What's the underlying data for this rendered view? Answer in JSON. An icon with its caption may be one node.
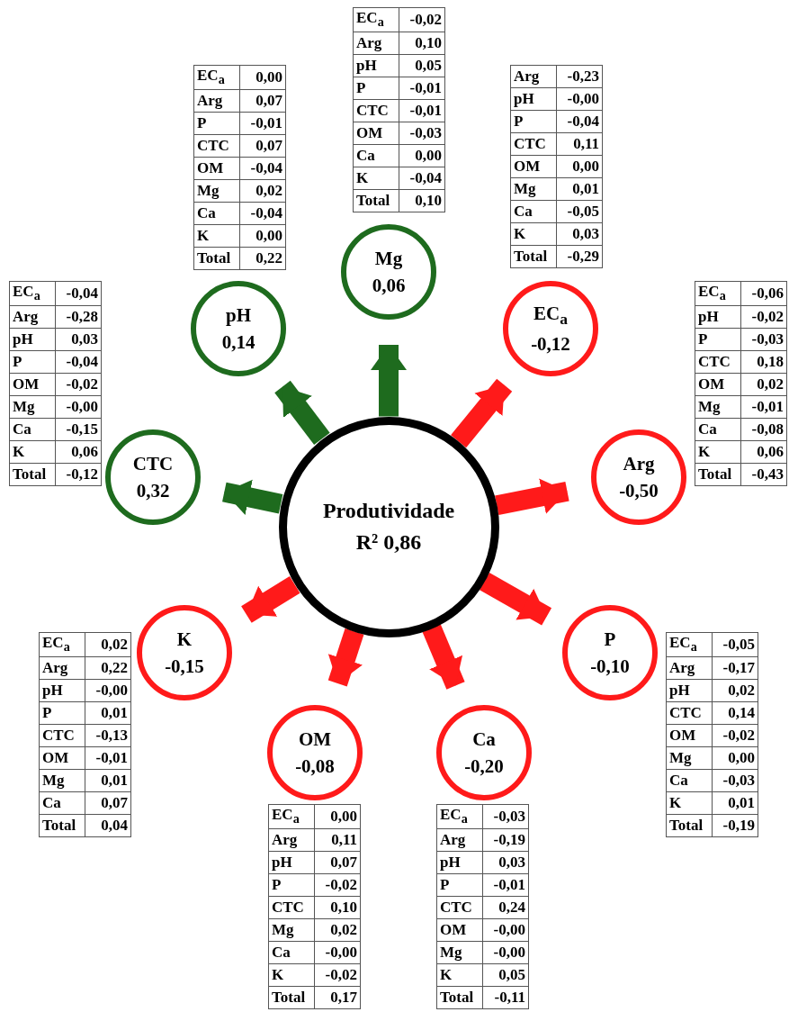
{
  "diagram": {
    "nodes": [
      {
        "text": [
          "Produtividade",
          "R² 0,86"
        ]
      },
      {
        "text": [
          "Mg",
          "0,06"
        ],
        "beside": [
          "EC$_{a}$",
          "-0,02",
          "Arg",
          "0,10",
          "pH",
          "0,05",
          "P",
          "-0,01",
          "CTC",
          "-0,01",
          "OM",
          "-0,03",
          "Ca",
          "0,00",
          "K",
          "-0,04",
          "Total",
          "0,10"
        ]
      },
      {
        "text": [
          "EC$_{a}$",
          "-0,12"
        ],
        "beside": [
          "Arg",
          "-0,23",
          "pH",
          "-0,00",
          "P",
          "-0,04",
          "CTC",
          "0,11",
          "OM",
          "0,00",
          "Mg",
          "0,01",
          "Ca",
          "-0,05",
          "K",
          "0,03",
          "Total",
          "-0,29"
        ]
      },
      {
        "text": [
          "Arg",
          "-0,50"
        ],
        "beside": [
          "EC$_{a}$",
          "-0,06",
          "pH",
          "-0,02",
          "P",
          "-0,03",
          "CTC",
          "0,18",
          "OM",
          "0,02",
          "Mg",
          "-0,01",
          "Ca",
          "-0,08",
          "K",
          "0,06",
          "Total",
          "-0,43"
        ]
      },
      {
        "text": [
          "P",
          "-0,10"
        ],
        "beside": [
          "EC$_{a}$",
          "-0,05",
          "Arg",
          "-0,17",
          "pH",
          "0,02",
          "CTC",
          "0,14",
          "OM",
          "-0,02",
          "Mg",
          "0,00",
          "Ca",
          "-0,03",
          "K",
          "0,01",
          "Total",
          "-0,19"
        ]
      },
      {
        "text": [
          "Ca",
          "-0,20"
        ],
        "beside": [
          "EC$_{a}$",
          "-0,03",
          "Arg",
          "-0,19",
          "pH",
          "0,03",
          "P",
          "-0,01",
          "CTC",
          "0,24",
          "OM",
          "-0,00",
          "Mg",
          "-0,00",
          "K",
          "0,05",
          "Total",
          "-0,11"
        ]
      },
      {
        "text": [
          "OM",
          "-0,08"
        ],
        "beside": [
          "EC$_{a}$",
          "0,00",
          "Arg",
          "0,11",
          "pH",
          "0,07",
          "P",
          "-0,02",
          "CTC",
          "0,10",
          "Mg",
          "0,02",
          "Ca",
          "-0,00",
          "K",
          "-0,02",
          "Total",
          "0,17"
        ]
      },
      {
        "text": [
          "K",
          "-0,15"
        ],
        "beside": [
          "EC$_{a}$",
          "0,02",
          "Arg",
          "0,22",
          "pH",
          "-0,00",
          "P",
          "0,01",
          "CTC",
          "-0,13",
          "OM",
          "-0,01",
          "Mg",
          "0,01",
          "Ca",
          "0,07",
          "Total",
          "0,04"
        ]
      },
      {
        "text": [
          "CTC",
          "0,32"
        ],
        "beside": [
          "EC$_{a}$",
          "-0,04",
          "Arg",
          "-0,28",
          "pH",
          "0,03",
          "P",
          "-0,04",
          "OM",
          "-0,02",
          "Mg",
          "-0,00",
          "Ca",
          "-0,15",
          "K",
          "0,06",
          "Total",
          "-0,12"
        ]
      },
      {
        "text": [
          "pH",
          "0,14"
        ],
        "beside": [
          "EC$_{a}$",
          "0,00",
          "Arg",
          "0,07",
          "P",
          "-0,01",
          "CTC",
          "0,07",
          "OM",
          "-0,04",
          "Mg",
          "0,02",
          "Ca",
          "-0,04",
          "K",
          "0,00",
          "Total",
          "0,22"
        ]
      }
    ],
    "edges": [
      {
        "from": 0,
        "to": 1,
        "arrow": "to",
        "color": "#1e6b1e"
      },
      {
        "from": 0,
        "to": 2,
        "arrow": "to"
      },
      {
        "from": 0,
        "to": 3,
        "arrow": "to"
      },
      {
        "from": 0,
        "to": 4,
        "arrow": "to"
      },
      {
        "from": 0,
        "to": 5,
        "arrow": "to"
      },
      {
        "from": 0,
        "to": 6,
        "arrow": "to"
      },
      {
        "from": 0,
        "to": 7,
        "arrow": "to"
      },
      {
        "from": 0,
        "to": 8,
        "arrow": "to",
        "color": "#1e6b1e"
      },
      {
        "from": 0,
        "to": 9,
        "arrow": "to",
        "color": "#1e6b1e"
      }
    ]
  }
}
